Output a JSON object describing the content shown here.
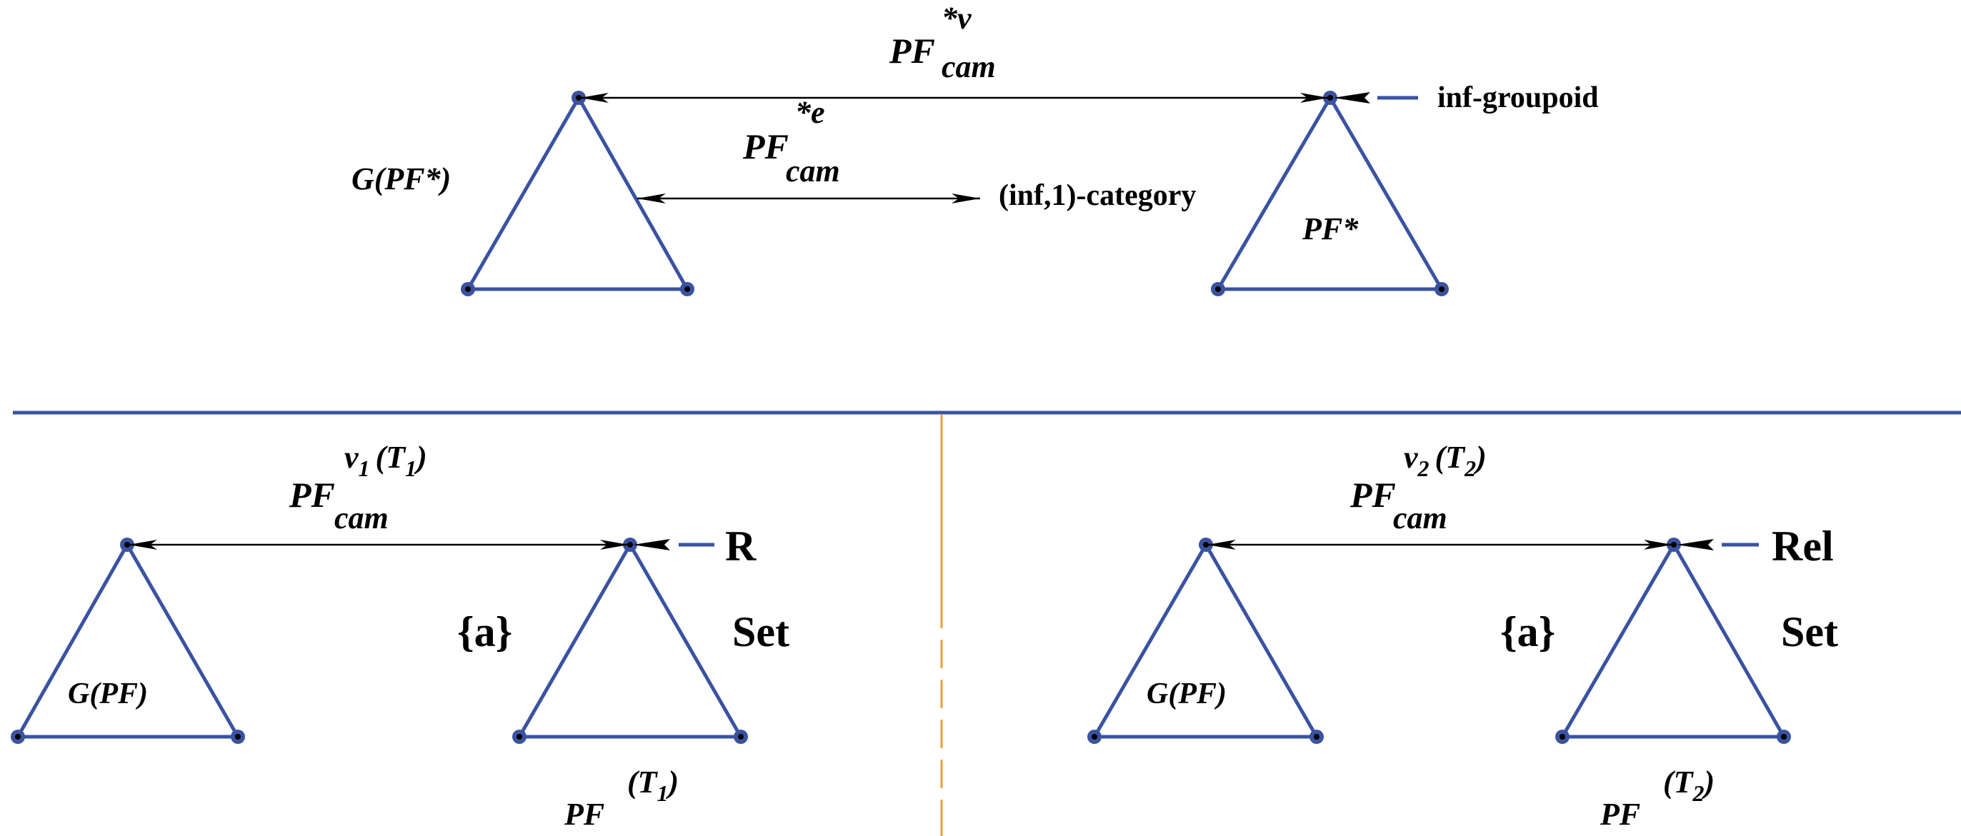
{
  "colors": {
    "edge": "#3a53a0",
    "arrow": "#000000",
    "divider": "#3a53a0",
    "separator": "#e8a040"
  },
  "top": {
    "lbl_v_base": "PF",
    "lbl_v_sup": "*v",
    "lbl_v_sub": "cam",
    "lbl_e_base": "PF",
    "lbl_e_sup": "*e",
    "lbl_e_sub": "cam",
    "left_triangle": "G(PF*)",
    "right_triangle": "PF*",
    "inf_cat": "(inf,1)-category",
    "inf_grp": "inf-groupoid"
  },
  "bottom_left": {
    "lbl_base": "PF",
    "lbl_sup": "v",
    "lbl_sup_sub": "1",
    "lbl_sup_paren": "(T",
    "lbl_sup_paren_sub": "1",
    "lbl_sup_close": ")",
    "lbl_sub": "cam",
    "left_triangle": "G(PF)",
    "pointer": "R",
    "singleton": "{a}",
    "set": "Set",
    "pf_base": "PF",
    "pf_paren": "(T",
    "pf_paren_sub": "1",
    "pf_close": ")"
  },
  "bottom_right": {
    "lbl_base": "PF",
    "lbl_sup": "v",
    "lbl_sup_sub": "2",
    "lbl_sup_paren": "(T",
    "lbl_sup_paren_sub": "2",
    "lbl_sup_close": ")",
    "lbl_sub": "cam",
    "left_triangle": "G(PF)",
    "pointer": "Rel",
    "singleton": "{a}",
    "set": "Set",
    "pf_base": "PF",
    "pf_paren": "(T",
    "pf_paren_sub": "2",
    "pf_close": ")"
  }
}
